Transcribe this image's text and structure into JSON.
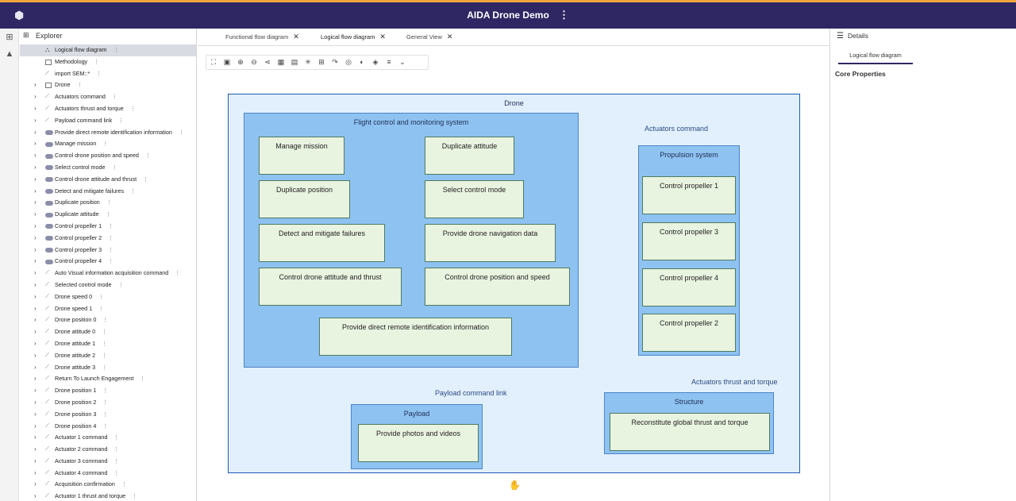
{
  "app": {
    "title": "AIDA Drone Demo",
    "menu_glyph": "⋮"
  },
  "explorer": {
    "title": "Explorer",
    "items": [
      {
        "label": "Logical flow diagram",
        "icon": "network-icon",
        "selected": true,
        "indent": 1
      },
      {
        "label": "Methodology",
        "icon": "document-icon",
        "indent": 1
      },
      {
        "label": "import SEM::*",
        "icon": "function-icon",
        "indent": 1
      },
      {
        "label": "Drone",
        "icon": "box-icon",
        "arrow": true
      },
      {
        "label": "Actuators command",
        "icon": "function-icon",
        "arrow": true
      },
      {
        "label": "Actuators thrust and torque",
        "icon": "function-icon",
        "arrow": true
      },
      {
        "label": "Payload command link",
        "icon": "function-icon",
        "arrow": true
      },
      {
        "label": "Provide direct remote identification information",
        "icon": "oval-icon",
        "arrow": true
      },
      {
        "label": "Manage mission",
        "icon": "oval-icon",
        "arrow": true
      },
      {
        "label": "Control drone position and speed",
        "icon": "oval-icon",
        "arrow": true
      },
      {
        "label": "Select control mode",
        "icon": "oval-icon",
        "arrow": true
      },
      {
        "label": "Control drone attitude and thrust",
        "icon": "oval-icon",
        "arrow": true
      },
      {
        "label": "Detect and mitigate failures",
        "icon": "oval-icon",
        "arrow": true
      },
      {
        "label": "Duplicate position",
        "icon": "oval-icon",
        "arrow": true
      },
      {
        "label": "Duplicate attitude",
        "icon": "oval-icon",
        "arrow": true
      },
      {
        "label": "Control propeller 1",
        "icon": "oval-icon",
        "arrow": true
      },
      {
        "label": "Control propeller 2",
        "icon": "oval-icon",
        "arrow": true
      },
      {
        "label": "Control propeller 3",
        "icon": "oval-icon",
        "arrow": true
      },
      {
        "label": "Control propeller 4",
        "icon": "oval-icon",
        "arrow": true
      },
      {
        "label": "Auto Visual information acquisition command",
        "icon": "function-icon",
        "arrow": true
      },
      {
        "label": "Selected control mode",
        "icon": "function-icon",
        "arrow": true
      },
      {
        "label": "Drone speed 0",
        "icon": "function-icon",
        "arrow": true
      },
      {
        "label": "Drone speed 1",
        "icon": "function-icon",
        "arrow": true
      },
      {
        "label": "Drone position 0",
        "icon": "function-icon",
        "arrow": true
      },
      {
        "label": "Drone attitude 0",
        "icon": "function-icon",
        "arrow": true
      },
      {
        "label": "Drone attitude 1",
        "icon": "function-icon",
        "arrow": true
      },
      {
        "label": "Drone attitude 2",
        "icon": "function-icon",
        "arrow": true
      },
      {
        "label": "Drone attitude 3",
        "icon": "function-icon",
        "arrow": true
      },
      {
        "label": "Return To Launch Engagement",
        "icon": "function-icon",
        "arrow": true
      },
      {
        "label": "Drone position 1",
        "icon": "function-icon",
        "arrow": true
      },
      {
        "label": "Drone position 2",
        "icon": "function-icon",
        "arrow": true
      },
      {
        "label": "Drone position 3",
        "icon": "function-icon",
        "arrow": true
      },
      {
        "label": "Drone position 4",
        "icon": "function-icon",
        "arrow": true
      },
      {
        "label": "Actuator 1 command",
        "icon": "function-icon",
        "arrow": true
      },
      {
        "label": "Actuator 2 command",
        "icon": "function-icon",
        "arrow": true
      },
      {
        "label": "Actuator 3 command",
        "icon": "function-icon",
        "arrow": true
      },
      {
        "label": "Actuator 4 command",
        "icon": "function-icon",
        "arrow": true
      },
      {
        "label": "Acquisition confirmation",
        "icon": "function-icon",
        "arrow": true
      },
      {
        "label": "Actuator 1 thrust and torque",
        "icon": "function-icon",
        "arrow": true
      }
    ]
  },
  "tabs": [
    {
      "label": "Functional flow diagram",
      "active": false
    },
    {
      "label": "Logical flow diagram",
      "active": true
    },
    {
      "label": "General View",
      "active": false
    }
  ],
  "diagram": {
    "drone": "Drone",
    "flight": "Flight control and monitoring system",
    "flight_items": {
      "manage_mission": "Manage mission",
      "duplicate_attitude": "Duplicate attitude",
      "duplicate_position": "Duplicate position",
      "select_control_mode": "Select control mode",
      "detect_failures": "Detect and mitigate failures",
      "nav_data": "Provide drone navigation data",
      "attitude_thrust": "Control drone attitude and thrust",
      "position_speed": "Control drone position and speed",
      "remote_id": "Provide direct remote identification information"
    },
    "propulsion": "Propulsion system",
    "propellers": [
      "Control propeller 1",
      "Control propeller 3",
      "Control propeller 4",
      "Control propeller 2"
    ],
    "payload": "Payload",
    "payload_item": "Provide photos and videos",
    "structure": "Structure",
    "structure_item": "Reconstitute global thrust and torque",
    "edge_actuators_command": "Actuators command",
    "edge_payload_link": "Payload command link",
    "edge_thrust_torque": "Actuators thrust and torque"
  },
  "details": {
    "title": "Details",
    "tab": "Logical flow diagram",
    "section": "Core Properties"
  }
}
